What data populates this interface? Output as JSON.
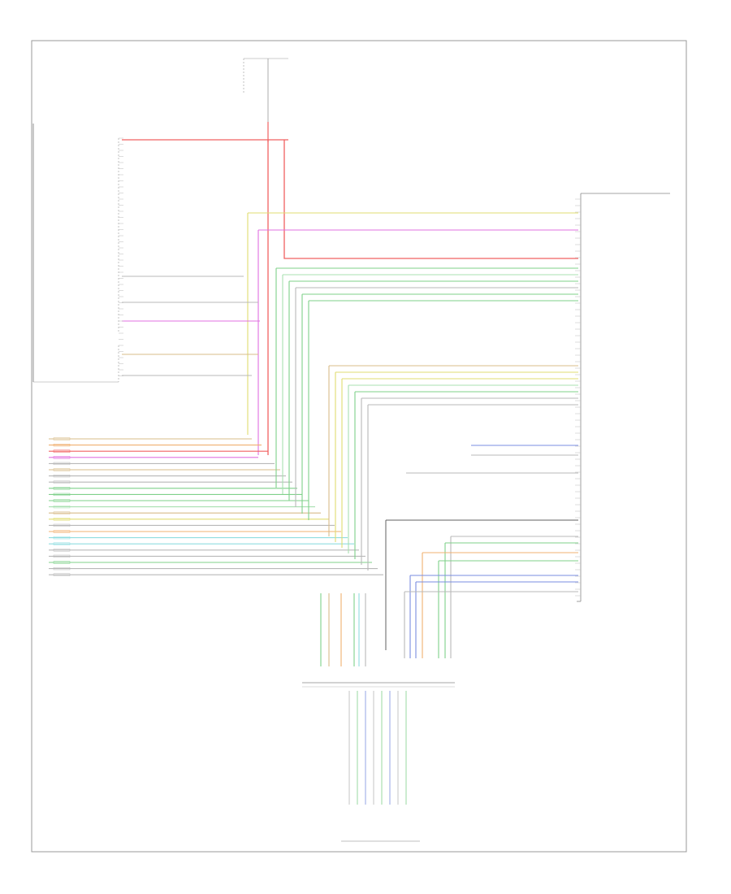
{
  "colors": {
    "red": "#f06060",
    "yellow": "#e0dd70",
    "magenta": "#e070e0",
    "green": "#7fd08a",
    "lightgreen": "#a8e0b0",
    "orange": "#f0b070",
    "tan": "#d8bc8a",
    "blue": "#7a8ee0",
    "cyan": "#8fdde0",
    "gray": "#b8b8b8",
    "black": "#606060"
  },
  "wires": {
    "left_bundle": [
      "tan",
      "orange",
      "red",
      "magenta",
      "gray",
      "tan",
      "gray",
      "gray",
      "green",
      "green",
      "green",
      "lightgreen",
      "tan",
      "yellow",
      "gray",
      "orange",
      "cyan",
      "cyan",
      "gray",
      "gray",
      "green",
      "gray",
      "gray"
    ],
    "right_upper": [
      "yellow",
      "magenta",
      "red",
      "green",
      "lightgreen",
      "green",
      "gray",
      "green",
      "green"
    ],
    "right_middle": [
      "tan",
      "yellow",
      "yellow",
      "lightgreen",
      "green",
      "gray",
      "gray"
    ],
    "right_lower": [
      "gray",
      "green",
      "orange",
      "green",
      "blue",
      "blue",
      "gray"
    ]
  }
}
